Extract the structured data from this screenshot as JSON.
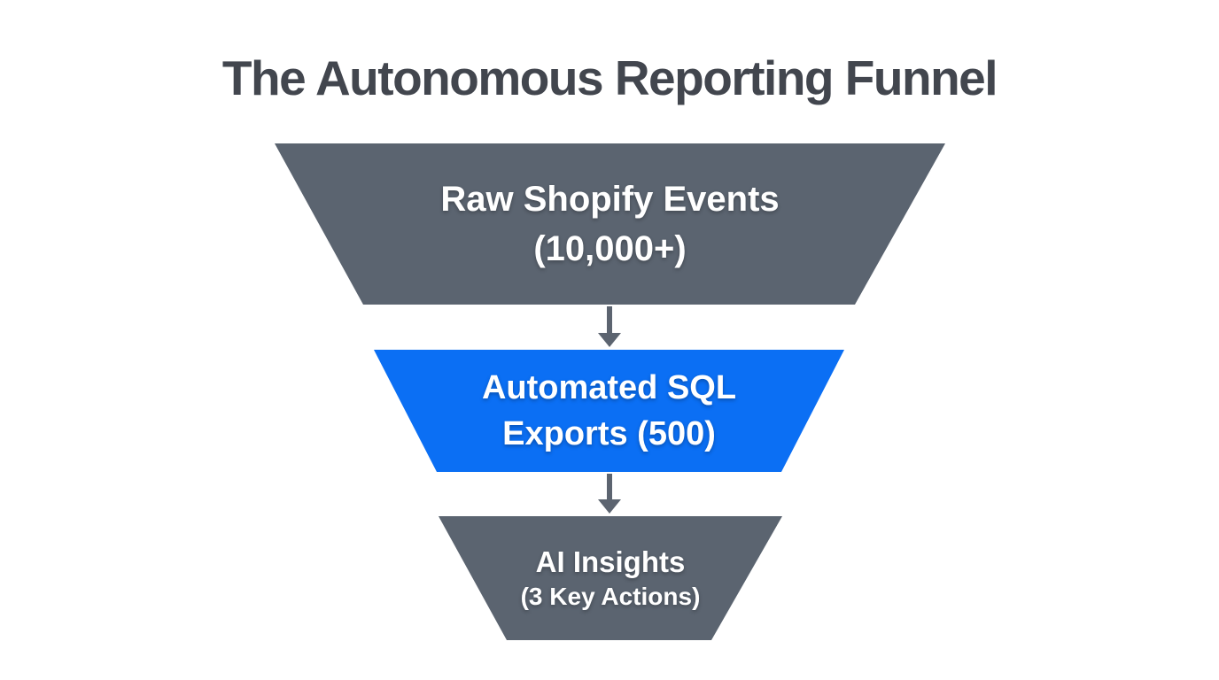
{
  "diagram": {
    "type": "funnel",
    "title": "The Autonomous Reporting Funnel",
    "colors": {
      "background": "#ffffff",
      "title_text": "#42464e",
      "stage_gray": "#5b6470",
      "stage_blue": "#0b6ff4",
      "stage_text": "#ffffff",
      "arrow": "#5c6470"
    },
    "stages": [
      {
        "name": "raw-shopify-events",
        "line1": "Raw Shopify Events",
        "line2": "(10,000+)",
        "value": "10,000+",
        "color": "#5b6470"
      },
      {
        "name": "automated-sql-exports",
        "line1": "Automated SQL",
        "line2": "Exports (500)",
        "value": "500",
        "color": "#0b6ff4"
      },
      {
        "name": "ai-insights",
        "line1": "AI Insights",
        "line2": "(3 Key Actions)",
        "value": "3 Key Actions",
        "color": "#5b6470"
      }
    ]
  }
}
